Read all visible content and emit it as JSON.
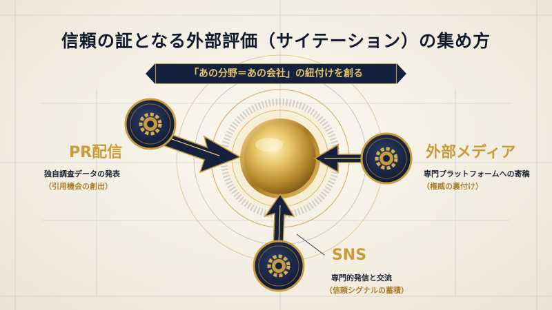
{
  "title": "信頼の証となる外部評価（サイテーション）の集め方",
  "banner": "「あの分野＝あの会社」の紐付けを創る",
  "sources": [
    {
      "label": "PR配信",
      "desc": "独自調査データの発表",
      "sub": "（引用機会の創出）"
    },
    {
      "label": "外部メディア",
      "desc": "専門プラットフォームへの寄稿",
      "sub": "（権威の裏付け）"
    },
    {
      "label": "SNS",
      "desc": "専門的発信と交流",
      "sub": "（信頼シグナルの蓄積）"
    }
  ],
  "colors": {
    "navy": "#14223f",
    "gold": "#c89b3c",
    "paper": "#f4efe3"
  }
}
